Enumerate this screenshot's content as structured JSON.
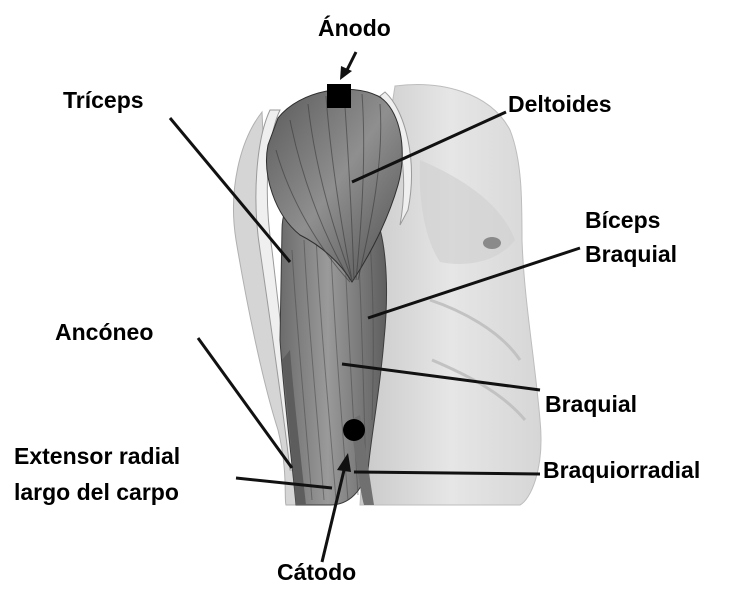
{
  "diagram": {
    "labels": {
      "anode": "Ánodo",
      "cathode": "Cátodo",
      "triceps": "Tríceps",
      "deltoides": "Deltoides",
      "biceps_line1": "Bíceps",
      "biceps_line2": "Braquial",
      "anconeo": "Ancóneo",
      "braquial": "Braquial",
      "extensor_line1": "Extensor radial",
      "extensor_line2": "largo del carpo",
      "braquiorradial": "Braquiorradial"
    },
    "electrodes": {
      "anode_shape": "square",
      "cathode_shape": "circle"
    },
    "colors": {
      "text": "#000000",
      "pointer": "#111111",
      "muscle": "#7a7a7a",
      "skin": "#e4e4e4",
      "background": "#ffffff"
    }
  }
}
